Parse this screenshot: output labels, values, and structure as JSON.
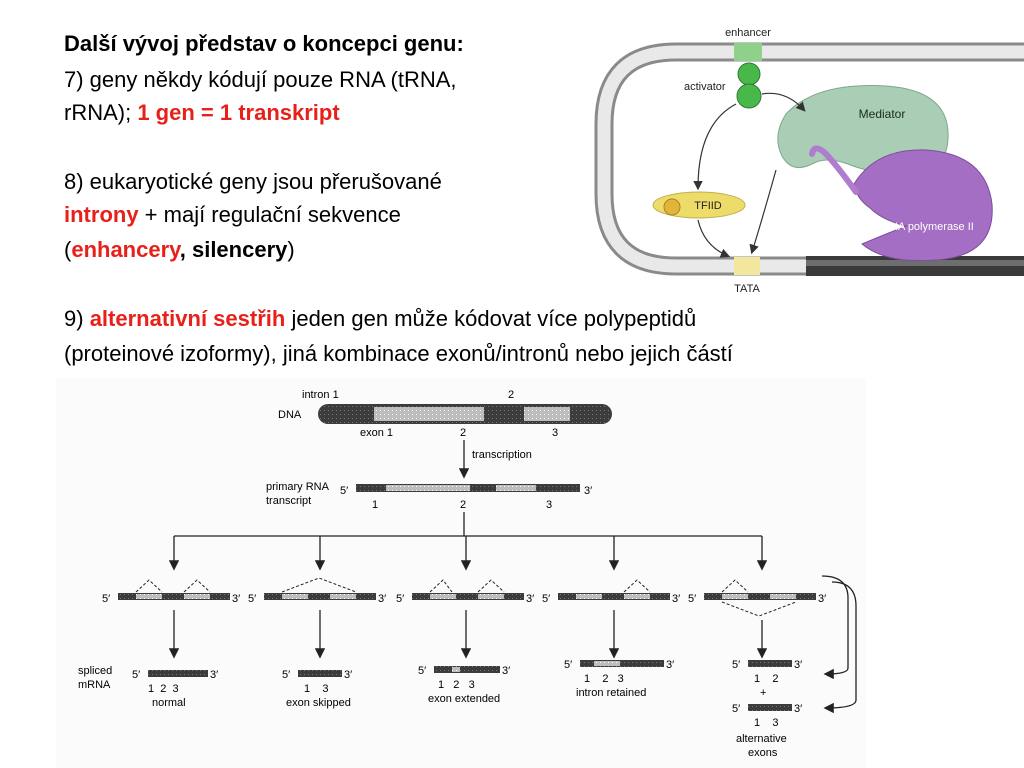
{
  "heading": "Další vývoj představ o koncepci genu:",
  "point7": {
    "line1": "7) geny někdy kódují pouze RNA (tRNA,",
    "line2_start": "rRNA); ",
    "line2_highlight": "1 gen = 1 transkript"
  },
  "point8": {
    "line1": "8) eukaryotické geny jsou přerušované",
    "introny": "introny",
    "line2_rest": " + mají regulační sekvence",
    "paren_open": "(",
    "enhancery": "enhancery",
    "comma_silencery": ", silencery",
    "paren_close": ")"
  },
  "point9": {
    "prefix": "9) ",
    "highlight": "alternativní sestřih",
    "line1_rest": " jeden gen může kódovat více polypeptidů",
    "line2": "(proteinové izoformy), jiná kombinace exonů/intronů nebo jejich částí"
  },
  "figure_top": {
    "enhancer": "enhancer",
    "activator": "activator",
    "mediator": "Mediator",
    "tfiid": "TFIID",
    "rna_pol": "RNA polymerase II",
    "tata": "TATA"
  },
  "figure_bottom": {
    "intron1": "intron 1",
    "n2_top": "2",
    "dna": "DNA",
    "exon1": "exon 1",
    "n2_dna": "2",
    "n3_dna": "3",
    "transcription": "transcription",
    "primary_line1": "primary RNA",
    "primary_line2": "transcript",
    "p5": "5′",
    "p3": "3′",
    "pn1": "1",
    "pn2": "2",
    "pn3": "3",
    "spliced_line1": "spliced",
    "spliced_line2": "mRNA",
    "five": "5′",
    "three": "3′",
    "normal": "normal",
    "normal_nums": "1  2  3",
    "skipped": "exon skipped",
    "skipped_nums": "1    3",
    "extended": "exon extended",
    "extended_nums": "1   2   3",
    "retained": "intron retained",
    "retained_nums": "1    2   3",
    "alt_nums1": "1    2",
    "plus": "+",
    "alt_nums2": "1    3",
    "alt_line1": "alternative",
    "alt_line2": "exons"
  }
}
